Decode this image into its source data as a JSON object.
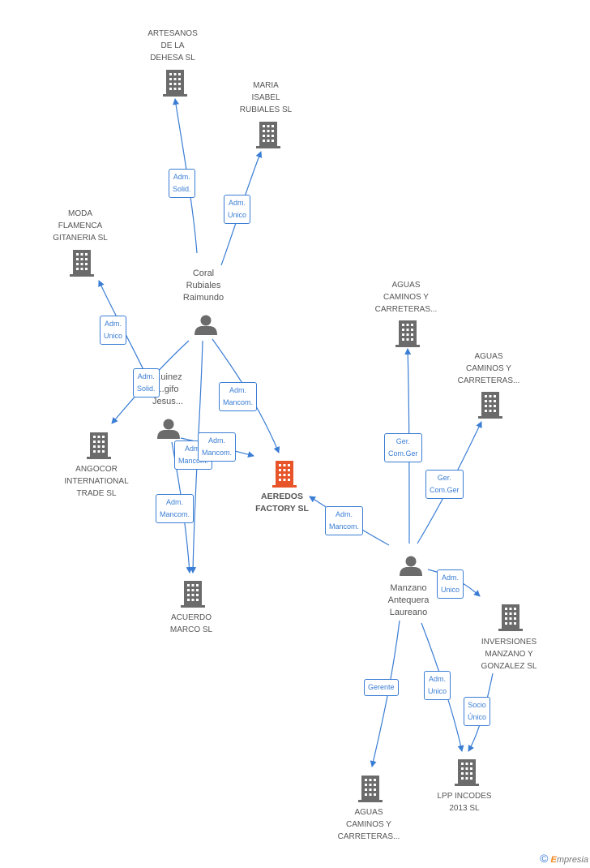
{
  "companies": [
    {
      "id": "artesanos",
      "label": "ARTESANOS\nDE LA\nDEHESA  SL",
      "main": false
    },
    {
      "id": "maria",
      "label": "MARIA\nISABEL\nRUBIALES SL",
      "main": false
    },
    {
      "id": "moda",
      "label": "MODA\nFLAMENCA\nGITANERIA  SL",
      "main": false
    },
    {
      "id": "angocor",
      "label": "ANGOCOR\nINTERNATIONAL\nTRADE  SL",
      "main": false
    },
    {
      "id": "aeredos",
      "label": "AEREDOS\nFACTORY SL",
      "main": true
    },
    {
      "id": "acuerdo",
      "label": "ACUERDO\nMARCO SL",
      "main": false
    },
    {
      "id": "aguas1",
      "label": "AGUAS\nCAMINOS Y\nCARRETERAS...",
      "main": false
    },
    {
      "id": "aguas2",
      "label": "AGUAS\nCAMINOS Y\nCARRETERAS...",
      "main": false
    },
    {
      "id": "inversiones",
      "label": "INVERSIONES\nMANZANO Y\nGONZALEZ SL",
      "main": false
    },
    {
      "id": "lpp",
      "label": "LPP INCODES\n2013 SL",
      "main": false
    },
    {
      "id": "aguas3",
      "label": "AGUAS\nCAMINOS Y\nCARRETERAS...",
      "main": false
    }
  ],
  "persons": [
    {
      "id": "coral",
      "label": "Coral\nRubiales\nRaimundo"
    },
    {
      "id": "jesus",
      "label": "...uinez\n...gifo\nJesus..."
    },
    {
      "id": "manzano",
      "label": "Manzano\nAntequera\nLaureano"
    }
  ],
  "edges": [
    {
      "label": "Adm.\nSolid."
    },
    {
      "label": "Adm.\nUnico"
    },
    {
      "label": "Adm.\nUnico"
    },
    {
      "label": "Adm.\nSolid."
    },
    {
      "label": "Adm.\nMancom."
    },
    {
      "label": "Adm.\nMancom."
    },
    {
      "label": "Adm.\nMancom."
    },
    {
      "label": "Adm.\nMancom."
    },
    {
      "label": "Ger.\nCom.Ger"
    },
    {
      "label": "Ger.\nCom.Ger"
    },
    {
      "label": "Adm.\nMancom."
    },
    {
      "label": "Adm.\nUnico"
    },
    {
      "label": "Gerente"
    },
    {
      "label": "Adm.\nUnico"
    },
    {
      "label": "Socio\nÚnico"
    }
  ],
  "footer": {
    "copyright": "©",
    "brand_first": "E",
    "brand_rest": "mpresia"
  },
  "colors": {
    "edge": "#3a7dd4",
    "building": "#6b6b6b",
    "main_building": "#e8542a",
    "person": "#6b6b6b"
  }
}
